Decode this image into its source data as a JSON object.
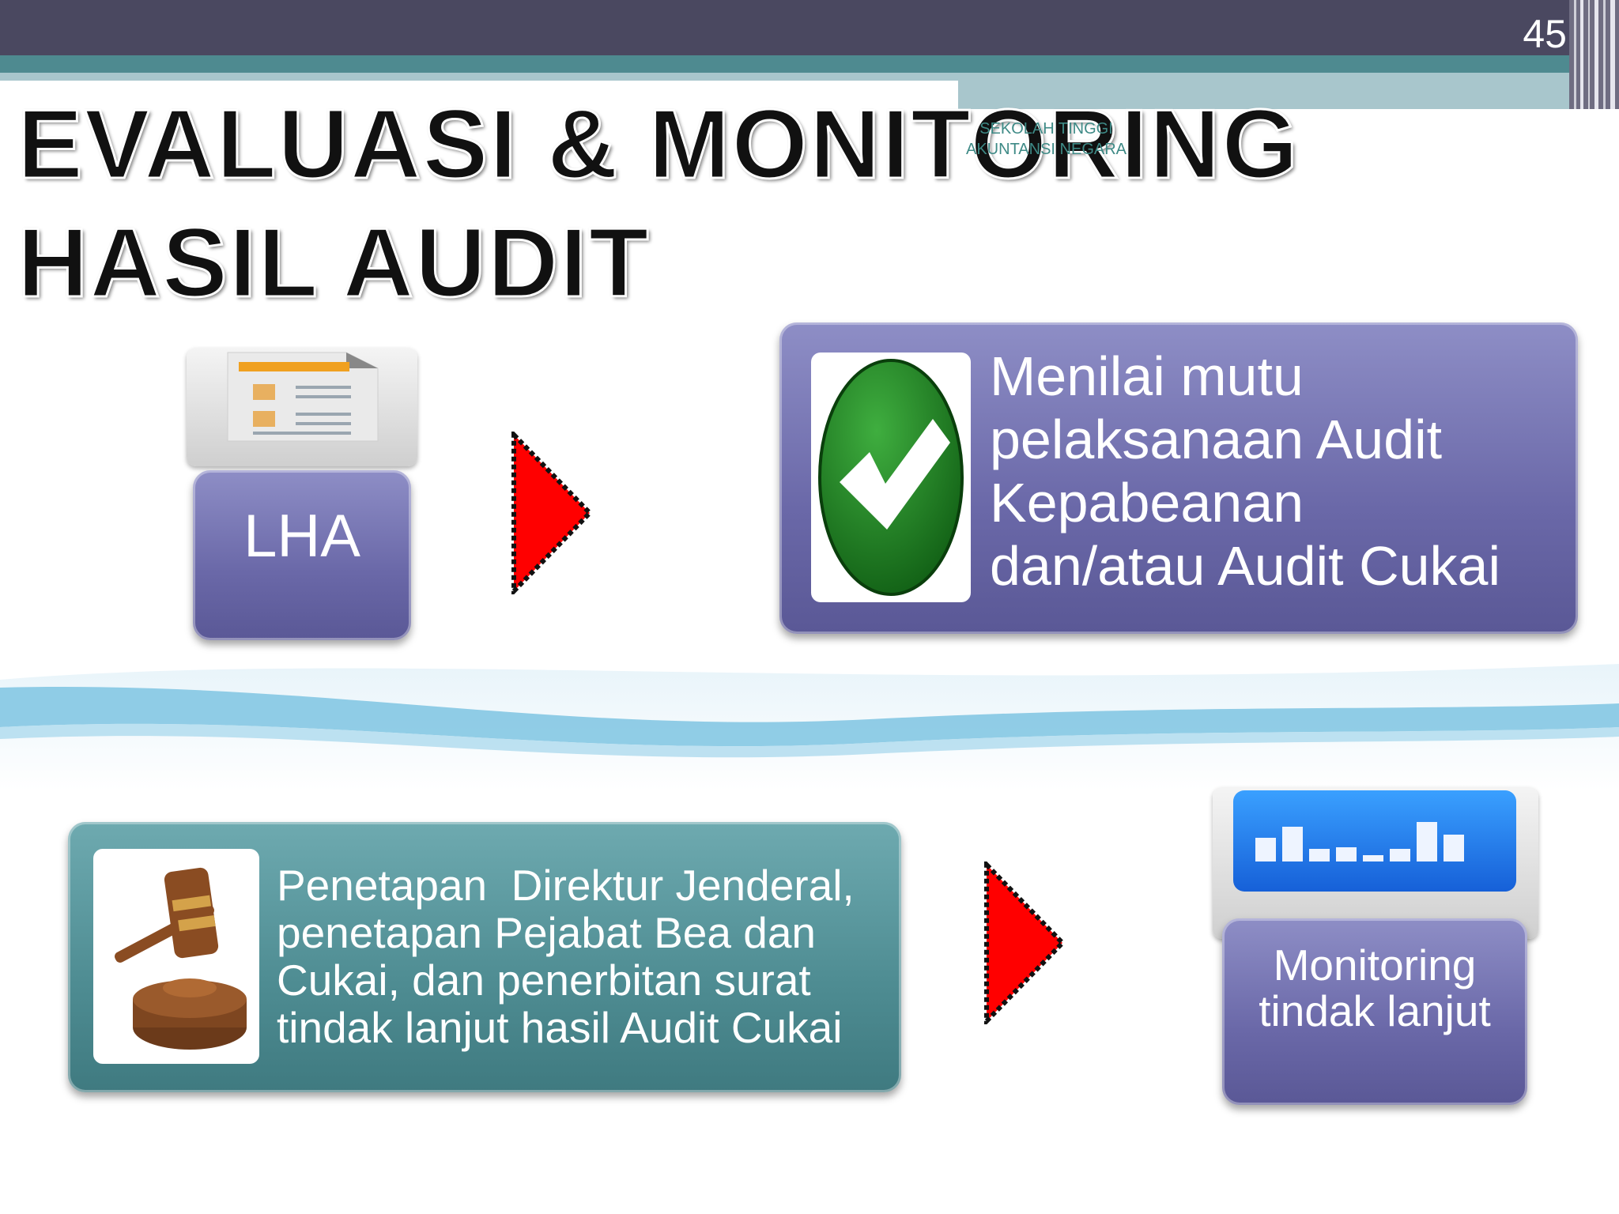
{
  "slide_number": "45",
  "title": {
    "line1": "EVALUASI & MONITORING",
    "line2": "HASIL AUDIT"
  },
  "org_watermark": {
    "line1": "SEKOLAH TINGGI",
    "line2": "AKUNTANSI NEGARA"
  },
  "flow": {
    "lha": {
      "label": "LHA",
      "icon": "report-document-icon"
    },
    "menilai": {
      "text_lines": [
        "Menilai mutu",
        "pelaksanaan Audit",
        "Kepabeanan",
        "dan/atau Audit Cukai"
      ],
      "icon": "green-check-icon"
    },
    "penetapan": {
      "text_lines": [
        "Penetapan  Direktur Jenderal,",
        "penetapan Pejabat Bea dan",
        "Cukai, dan penerbitan surat",
        "tindak lanjut hasil Audit Cukai"
      ],
      "icon": "gavel-icon"
    },
    "monitoring": {
      "text_lines": [
        "Monitoring",
        "tindak lanjut"
      ],
      "icon": "bar-chart-icon"
    }
  },
  "colors": {
    "arrow": "#ff0000",
    "purple": "#6a68a8",
    "teal": "#4e8c92",
    "topbar": "#4a4860"
  }
}
